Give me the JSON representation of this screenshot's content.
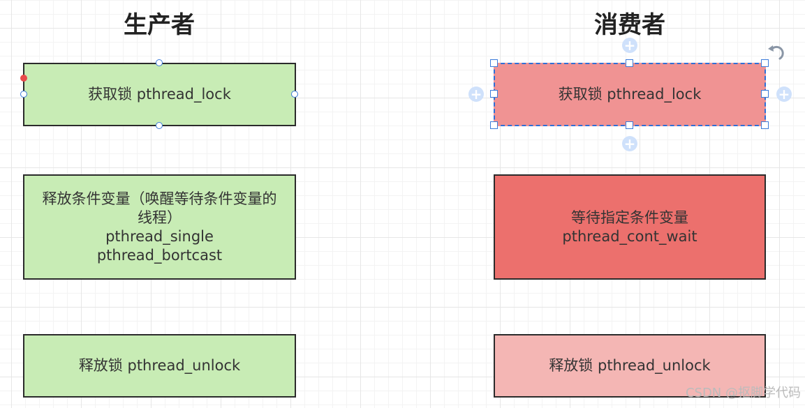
{
  "columns": {
    "producer": {
      "title": "生产者",
      "steps": [
        {
          "lines": [
            "获取锁 pthread_lock"
          ]
        },
        {
          "lines": [
            "释放条件变量（唤醒等待条件变量的",
            "线程）",
            "pthread_single",
            "pthread_bortcast"
          ]
        },
        {
          "lines": [
            "释放锁 pthread_unlock"
          ]
        }
      ]
    },
    "consumer": {
      "title": "消费者",
      "steps": [
        {
          "lines": [
            "获取锁 pthread_lock"
          ]
        },
        {
          "lines": [
            "等待指定条件变量",
            "pthread_cont_wait"
          ]
        },
        {
          "lines": [
            "释放锁 pthread_unlock"
          ]
        }
      ]
    }
  },
  "editor": {
    "add_symbol": "+",
    "rotate_icon": "rotate-icon"
  },
  "colors": {
    "producer_fill": "#c8ecb5",
    "consumer_selected_fill": "#f09393",
    "consumer_wait_fill": "#ec706d",
    "consumer_release_fill": "#f4b6b4",
    "selection_accent": "#2f6fd6"
  },
  "watermark": "CSDN @抠脚学代码"
}
